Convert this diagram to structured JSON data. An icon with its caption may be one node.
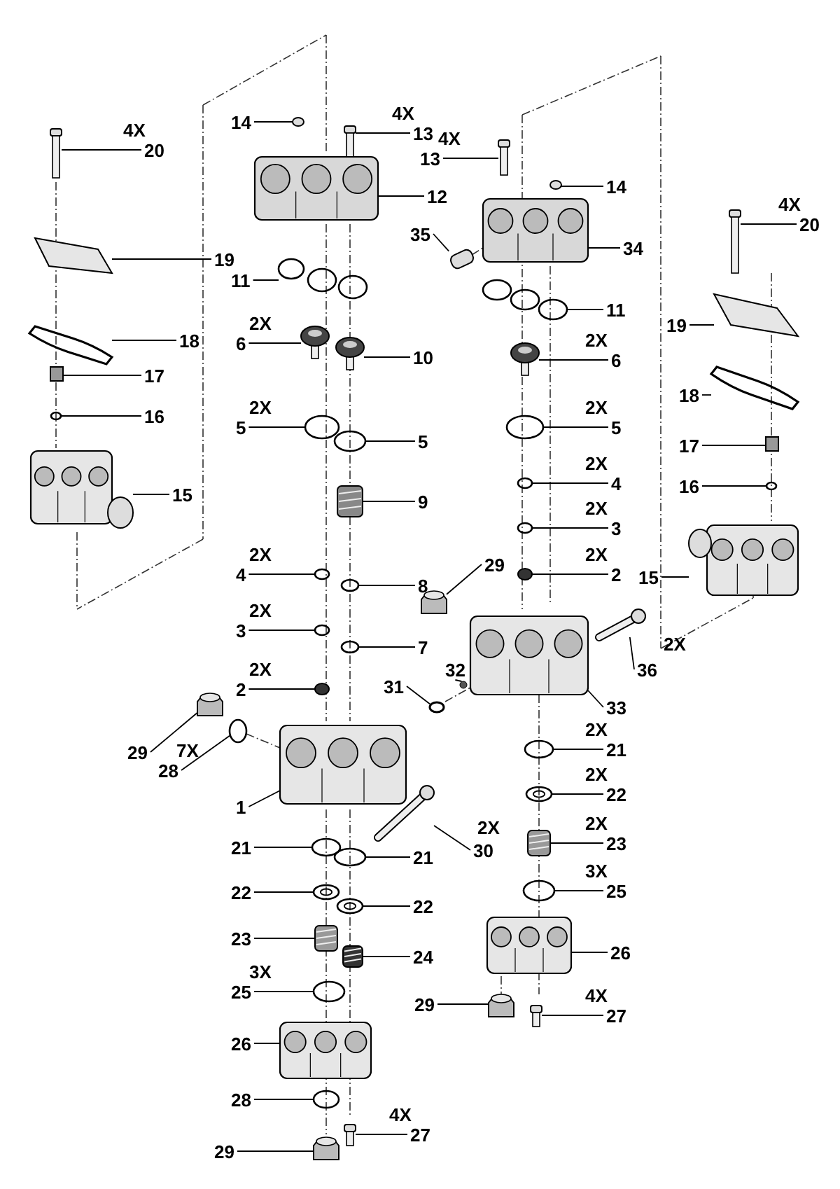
{
  "diagram": {
    "nodes": [
      {
        "text": [
          "14"
        ]
      },
      {
        "text": [
          "13"
        ],
        "beside": [
          "4X"
        ]
      },
      {
        "text": [
          "20"
        ],
        "beside": [
          "4X"
        ]
      },
      {
        "text": [
          "13"
        ],
        "beside": [
          "4X"
        ]
      },
      {
        "text": [
          "14"
        ]
      },
      {
        "text": [
          "12"
        ]
      },
      {
        "text": [
          "20"
        ],
        "beside": [
          "4X"
        ]
      },
      {
        "text": [
          "35"
        ]
      },
      {
        "text": [
          "19"
        ]
      },
      {
        "text": [
          "34"
        ]
      },
      {
        "text": [
          "11"
        ]
      },
      {
        "text": [
          "11"
        ]
      },
      {
        "text": [
          "19"
        ]
      },
      {
        "text": [
          "6"
        ],
        "beside": [
          "2X"
        ]
      },
      {
        "text": [
          "10"
        ]
      },
      {
        "text": [
          "6"
        ],
        "beside": [
          "2X"
        ]
      },
      {
        "text": [
          "18"
        ]
      },
      {
        "text": [
          "18"
        ]
      },
      {
        "text": [
          "17"
        ]
      },
      {
        "text": [
          "16"
        ]
      },
      {
        "text": [
          "5"
        ],
        "beside": [
          "2X"
        ]
      },
      {
        "text": [
          "5"
        ]
      },
      {
        "text": [
          "5"
        ],
        "beside": [
          "2X"
        ]
      },
      {
        "text": [
          "17"
        ]
      },
      {
        "text": [
          "4"
        ],
        "beside": [
          "2X"
        ]
      },
      {
        "text": [
          "16"
        ]
      },
      {
        "text": [
          "15"
        ]
      },
      {
        "text": [
          "9"
        ]
      },
      {
        "text": [
          "3"
        ],
        "beside": [
          "2X"
        ]
      },
      {
        "text": [
          "29"
        ]
      },
      {
        "text": [
          "2"
        ],
        "beside": [
          "2X"
        ]
      },
      {
        "text": [
          "15"
        ]
      },
      {
        "text": [
          "4"
        ],
        "beside": [
          "2X"
        ]
      },
      {
        "text": [
          "8"
        ]
      },
      {
        "text": [
          "3"
        ],
        "beside": [
          "2X"
        ]
      },
      {
        "text": [
          "36"
        ],
        "beside": [
          "2X"
        ]
      },
      {
        "text": [
          "7"
        ]
      },
      {
        "text": [
          "32"
        ]
      },
      {
        "text": [
          "2"
        ],
        "beside": [
          "2X"
        ]
      },
      {
        "text": [
          "31"
        ]
      },
      {
        "text": [
          "33"
        ]
      },
      {
        "text": [
          "29"
        ]
      },
      {
        "text": [
          "28"
        ],
        "beside": [
          "7X"
        ]
      },
      {
        "text": [
          "21"
        ],
        "beside": [
          "2X"
        ]
      },
      {
        "text": [
          "22"
        ],
        "beside": [
          "2X"
        ]
      },
      {
        "text": [
          "1"
        ]
      },
      {
        "text": [
          "30"
        ],
        "beside": [
          "2X"
        ]
      },
      {
        "text": [
          "23"
        ],
        "beside": [
          "2X"
        ]
      },
      {
        "text": [
          "21"
        ]
      },
      {
        "text": [
          "21"
        ]
      },
      {
        "text": [
          "25"
        ],
        "beside": [
          "3X"
        ]
      },
      {
        "text": [
          "22"
        ]
      },
      {
        "text": [
          "22"
        ]
      },
      {
        "text": [
          "23"
        ]
      },
      {
        "text": [
          "26"
        ]
      },
      {
        "text": [
          "24"
        ]
      },
      {
        "text": [
          "25"
        ],
        "beside": [
          "3X"
        ]
      },
      {
        "text": [
          "29"
        ]
      },
      {
        "text": [
          "27"
        ],
        "beside": [
          "4X"
        ]
      },
      {
        "text": [
          "26"
        ]
      },
      {
        "text": [
          "28"
        ]
      },
      {
        "text": [
          "27"
        ],
        "beside": [
          "4X"
        ]
      },
      {
        "text": [
          "29"
        ]
      },
      {
        "text": [],
        "shape": "circle"
      },
      {
        "text": [],
        "shape": "bar"
      },
      {
        "text": [],
        "shape": "bar"
      },
      {
        "text": [],
        "shape": "bar"
      },
      {
        "text": [],
        "shape": "circle"
      },
      {
        "text": [],
        "shape": "picture"
      },
      {
        "text": [],
        "shape": "bar"
      },
      {
        "text": [],
        "shape": "cylinder"
      },
      {
        "text": [],
        "shape": "picture"
      },
      {
        "text": [],
        "shape": "picture"
      },
      {
        "text": [],
        "shape": "picture"
      },
      {
        "text": [],
        "shape": "picture"
      },
      {
        "text": [],
        "shape": "picture"
      },
      {
        "text": [],
        "shape": "picture"
      },
      {
        "text": [],
        "shape": "picture"
      },
      {
        "text": [],
        "shape": "picture"
      },
      {
        "text": [],
        "shape": "picture"
      },
      {
        "text": [],
        "shape": "picture"
      },
      {
        "text": [],
        "shape": "box"
      },
      {
        "text": [],
        "shape": "circle"
      },
      {
        "text": [],
        "shape": "circle"
      },
      {
        "text": [],
        "shape": "circle"
      },
      {
        "text": [],
        "shape": "circle"
      },
      {
        "text": [],
        "shape": "box"
      },
      {
        "text": [],
        "shape": "circle"
      },
      {
        "text": [],
        "shape": "circle"
      },
      {
        "text": [],
        "shape": "picture"
      },
      {
        "text": [],
        "shape": "picture"
      },
      {
        "text": [],
        "shape": "circle"
      },
      {
        "text": [],
        "shape": "picture"
      },
      {
        "text": [],
        "shape": "circle"
      },
      {
        "text": [],
        "shape": "picture"
      },
      {
        "text": [],
        "shape": "circle"
      },
      {
        "text": [],
        "shape": "circle"
      },
      {
        "text": [],
        "shape": "circle"
      },
      {
        "text": [],
        "shape": "picture"
      },
      {
        "text": [],
        "shape": "circle"
      },
      {
        "text": [],
        "shape": "circle"
      },
      {
        "text": [],
        "shape": "circle"
      },
      {
        "text": [],
        "shape": "circle"
      },
      {
        "text": [],
        "shape": "picture"
      },
      {
        "text": [],
        "shape": "picture"
      },
      {
        "text": [],
        "shape": "circle"
      },
      {
        "text": [],
        "shape": "circle"
      },
      {
        "text": [],
        "shape": "circle"
      },
      {
        "text": [],
        "shape": "picture"
      },
      {
        "text": [],
        "shape": "picture"
      },
      {
        "text": [],
        "shape": "picture"
      },
      {
        "text": [],
        "shape": "circle"
      },
      {
        "text": [],
        "shape": "circle"
      },
      {
        "text": [],
        "shape": "circle"
      },
      {
        "text": [],
        "shape": "circle"
      },
      {
        "text": [],
        "shape": "circle"
      },
      {
        "text": [],
        "shape": "picture"
      },
      {
        "text": [],
        "shape": "picture"
      },
      {
        "text": [],
        "shape": "picture"
      },
      {
        "text": [],
        "shape": "circle"
      },
      {
        "text": [],
        "shape": "picture"
      },
      {
        "text": [],
        "shape": "bar"
      },
      {
        "text": [],
        "shape": "picture"
      },
      {
        "text": [],
        "shape": "circle"
      },
      {
        "text": [],
        "shape": "bar"
      },
      {
        "text": [],
        "shape": "picture"
      }
    ],
    "edges": [
      {
        "from": 0,
        "to": 63,
        "arrow": "none"
      },
      {
        "from": 1,
        "to": 64,
        "arrow": "none"
      },
      {
        "from": 2,
        "to": 65,
        "arrow": "none"
      },
      {
        "from": 3,
        "to": 66,
        "arrow": "none"
      },
      {
        "from": 4,
        "to": 67,
        "arrow": "none"
      },
      {
        "from": 5,
        "to": 68,
        "arrow": "none"
      },
      {
        "from": 6,
        "to": 69,
        "arrow": "none"
      },
      {
        "from": 7,
        "to": 70,
        "arrow": "none"
      },
      {
        "from": 8,
        "to": 71,
        "arrow": "none"
      },
      {
        "from": 9,
        "to": 72,
        "arrow": "none"
      },
      {
        "from": 10,
        "to": 73,
        "arrow": "none"
      },
      {
        "from": 11,
        "to": 74,
        "arrow": "none"
      },
      {
        "from": 12,
        "to": 75,
        "arrow": "none"
      },
      {
        "from": 13,
        "to": 76,
        "arrow": "none"
      },
      {
        "from": 14,
        "to": 77,
        "arrow": "none"
      },
      {
        "from": 15,
        "to": 78,
        "arrow": "none"
      },
      {
        "from": 16,
        "to": 79,
        "arrow": "none"
      },
      {
        "from": 17,
        "to": 80,
        "arrow": "none"
      },
      {
        "from": 18,
        "to": 81,
        "arrow": "none"
      },
      {
        "from": 19,
        "to": 82,
        "arrow": "none"
      },
      {
        "from": 20,
        "to": 83,
        "arrow": "none"
      },
      {
        "from": 21,
        "to": 84,
        "arrow": "none"
      },
      {
        "from": 22,
        "to": 85,
        "arrow": "none"
      },
      {
        "from": 23,
        "to": 86,
        "arrow": "none"
      },
      {
        "from": 24,
        "to": 87,
        "arrow": "none"
      },
      {
        "from": 25,
        "to": 88,
        "arrow": "none"
      },
      {
        "from": 26,
        "to": 89,
        "arrow": "none"
      },
      {
        "from": 27,
        "to": 90,
        "arrow": "none"
      },
      {
        "from": 28,
        "to": 91,
        "arrow": "none"
      },
      {
        "from": 29,
        "to": 92,
        "arrow": "none"
      },
      {
        "from": 30,
        "to": 93,
        "arrow": "none"
      },
      {
        "from": 31,
        "to": 94,
        "arrow": "none"
      },
      {
        "from": 32,
        "to": 95,
        "arrow": "none"
      },
      {
        "from": 33,
        "to": 96,
        "arrow": "none"
      },
      {
        "from": 34,
        "to": 97,
        "arrow": "none"
      },
      {
        "from": 35,
        "to": 98,
        "arrow": "none"
      },
      {
        "from": 36,
        "to": 99,
        "arrow": "none"
      },
      {
        "from": 37,
        "to": 100,
        "arrow": "none"
      },
      {
        "from": 38,
        "to": 101,
        "arrow": "none"
      },
      {
        "from": 39,
        "to": 102,
        "arrow": "none"
      },
      {
        "from": 40,
        "to": 103,
        "arrow": "none"
      },
      {
        "from": 41,
        "to": 104,
        "arrow": "none"
      },
      {
        "from": 42,
        "to": 105,
        "arrow": "none"
      },
      {
        "from": 43,
        "to": 106,
        "arrow": "none"
      },
      {
        "from": 44,
        "to": 107,
        "arrow": "none"
      },
      {
        "from": 45,
        "to": 108,
        "arrow": "none"
      },
      {
        "from": 46,
        "to": 109,
        "arrow": "none"
      },
      {
        "from": 47,
        "to": 110,
        "arrow": "none"
      },
      {
        "from": 48,
        "to": 111,
        "arrow": "none"
      },
      {
        "from": 49,
        "to": 112,
        "arrow": "none"
      },
      {
        "from": 50,
        "to": 113,
        "arrow": "none"
      },
      {
        "from": 51,
        "to": 114,
        "arrow": "none"
      },
      {
        "from": 52,
        "to": 115,
        "arrow": "none"
      },
      {
        "from": 53,
        "to": 116,
        "arrow": "none"
      },
      {
        "from": 54,
        "to": 117,
        "arrow": "none"
      },
      {
        "from": 55,
        "to": 118,
        "arrow": "none"
      },
      {
        "from": 56,
        "to": 119,
        "arrow": "none"
      },
      {
        "from": 57,
        "to": 120,
        "arrow": "none"
      },
      {
        "from": 58,
        "to": 121,
        "arrow": "none"
      },
      {
        "from": 59,
        "to": 122,
        "arrow": "none"
      },
      {
        "from": 60,
        "to": 123,
        "arrow": "none"
      },
      {
        "from": 61,
        "to": 124,
        "arrow": "none"
      },
      {
        "from": 62,
        "to": 125,
        "arrow": "none"
      }
    ]
  }
}
